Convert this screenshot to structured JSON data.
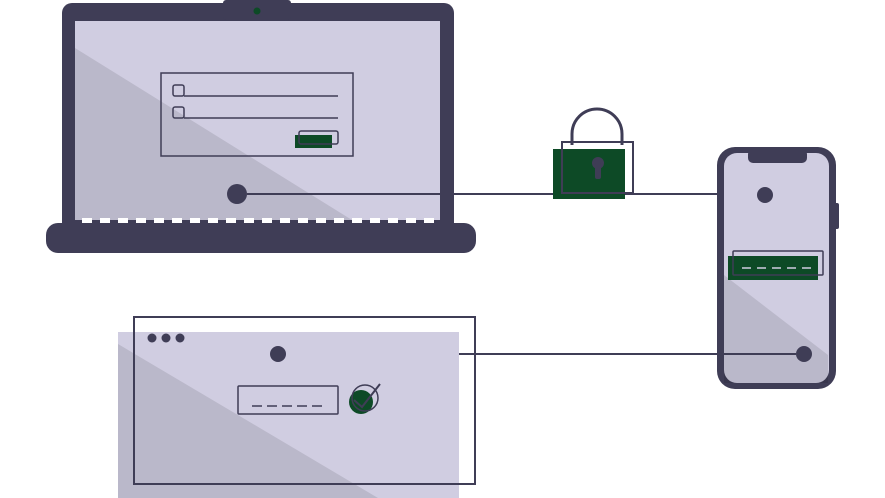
{
  "colors": {
    "dark": "#3f3d56",
    "screen": "#d0cde1",
    "shade": "#000000",
    "accent": "#0d4a26",
    "white": "#ffffff"
  },
  "laptop": {
    "icon": "laptop-icon",
    "login_form": {
      "checkbox_rows": 2,
      "submit_icon": "submit-button-icon"
    }
  },
  "lock": {
    "icon": "padlock-icon"
  },
  "phone": {
    "icon": "smartphone-icon",
    "code_field_digits": 5
  },
  "browser": {
    "icon": "browser-window-icon",
    "window_dots": 3,
    "code_field_digits": 5,
    "status_icon": "check-circle-icon"
  }
}
